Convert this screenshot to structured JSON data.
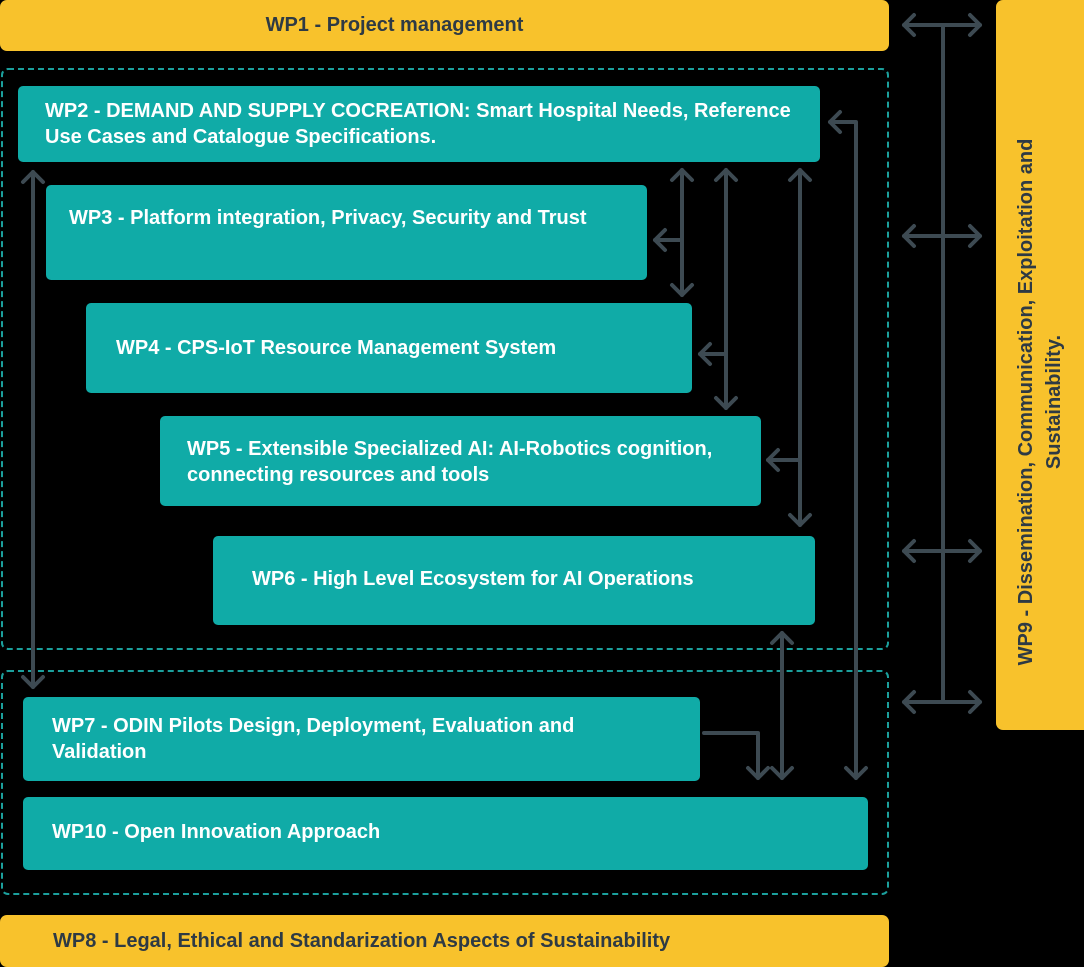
{
  "wp1": "WP1 - Project management",
  "wp2": "WP2 - DEMAND AND SUPPLY COCREATION: Smart Hospital Needs, Reference Use Cases and Catalogue Specifications.",
  "wp3": "WP3 - Platform integration, Privacy, Security and Trust",
  "wp4": "WP4 - CPS-IoT Resource Management System",
  "wp5": "WP5 - Extensible Specialized AI: AI-Robotics cognition, connecting resources and tools",
  "wp6": "WP6 - High Level Ecosystem for AI Operations",
  "wp7": "WP7 - ODIN Pilots Design, Deployment, Evaluation and Validation",
  "wp10": "WP10 - Open Innovation Approach",
  "wp8": "WP8 - Legal, Ethical and Standarization Aspects of Sustainability",
  "wp9": "WP9 - Dissemination, Communication, Exploitation and Sustainability.",
  "colors": {
    "yellow": "#f8c22c",
    "teal": "#10aba7",
    "arrow": "#3d4a52",
    "dashed": "#1b9f9c"
  }
}
